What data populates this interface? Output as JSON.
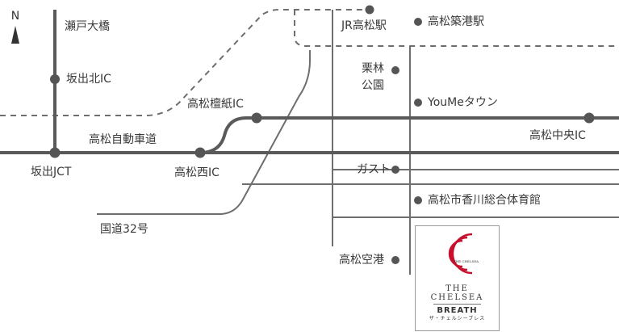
{
  "labels": {
    "north": "N",
    "seto_ohashi": "瀬戸大橋",
    "sakaide_kita_ic": "坂出北IC",
    "takamatsu_expressway": "高松自動車道",
    "sakaide_jct": "坂出JCT",
    "takamatsu_nishi_ic": "高松西IC",
    "takamatsu_danshi_ic": "高松檀紙IC",
    "route32": "国道32号",
    "jr_takamatsu": "JR高松駅",
    "takamatsu_chikko": "高松築港駅",
    "ritsurin_1": "栗林",
    "ritsurin_2": "公園",
    "youme_town": "YouMeタウン",
    "takamatsu_chuo_ic": "高松中央IC",
    "gusto": "ガスト",
    "sports_hall": "高松市香川総合体育館",
    "airport": "高松空港"
  },
  "logo": {
    "ring_text": "THE CHELSEA",
    "line1": "THE",
    "line2": "CHELSEA",
    "line3": "BREATH",
    "line4": "ザ・チェルシーブレス",
    "accent_color": "#c8102e"
  },
  "colors": {
    "expressway": "#5a5a5a",
    "road": "#6e6e6e",
    "rail": "#6e6e6e",
    "marker": "#555555",
    "text": "#3a3a3a"
  },
  "icons": {
    "north": "north-arrow-icon",
    "location": "map-pin-dot-icon"
  }
}
